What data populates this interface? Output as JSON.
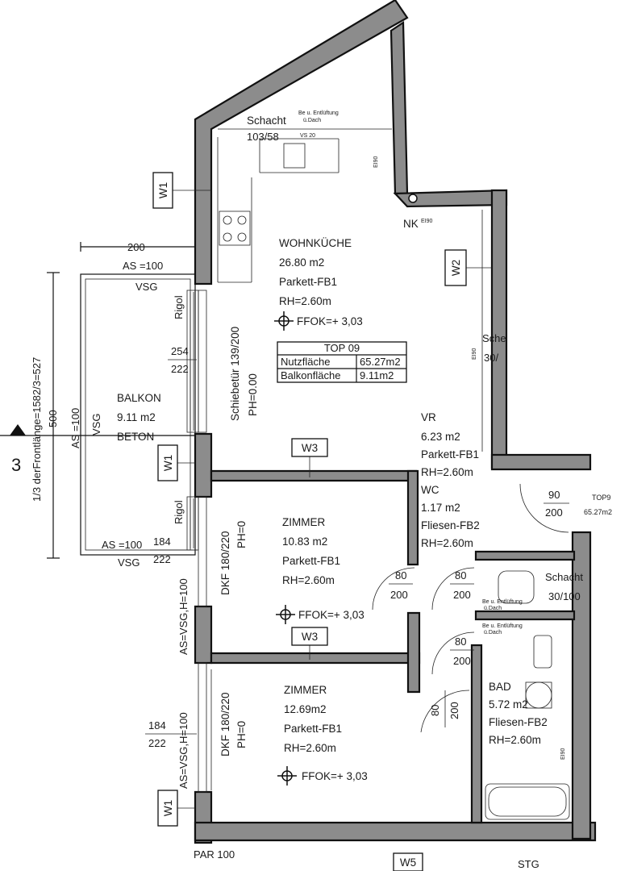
{
  "rooms": {
    "wohnkueche": {
      "name": "WOHNKÜCHE",
      "area": "26.80 m2",
      "floor": "Parkett-FB1",
      "height": "RH=2.60m",
      "ffok": "FFOK=+ 3,03"
    },
    "vr": {
      "name": "VR",
      "area": "6.23 m2",
      "floor": "Parkett-FB1",
      "height": "RH=2.60m"
    },
    "wc": {
      "name": "WC",
      "area": "1.17 m2",
      "floor": "Fliesen-FB2",
      "height": "RH=2.60m"
    },
    "zimmer1": {
      "name": "ZIMMER",
      "area": "10.83 m2",
      "floor": "Parkett-FB1",
      "height": "RH=2.60m",
      "ffok": "FFOK=+ 3,03"
    },
    "zimmer2": {
      "name": "ZIMMER",
      "area": "12.69m2",
      "floor": "Parkett-FB1",
      "height": "RH=2.60m",
      "ffok": "FFOK=+ 3,03"
    },
    "bad": {
      "name": "BAD",
      "area": "5.72 m2",
      "floor": "Fliesen-FB2",
      "height": "RH=2.60m"
    },
    "balkon": {
      "name": "BALKON",
      "area": "9.11 m2",
      "material": "BETON"
    }
  },
  "top_table": {
    "title": "TOP 09",
    "rows": [
      {
        "label": "Nutzfläche",
        "value": "65.27m2"
      },
      {
        "label": "Balkonfläche",
        "value": "9.11m2"
      }
    ]
  },
  "windows": {
    "w1": "W1",
    "w2": "W2",
    "w3": "W3",
    "w5": "W5"
  },
  "labels": {
    "schacht_top": "Schacht",
    "schacht_top_num": "103/58",
    "entl_1": "Be u. Entlüftung",
    "entl_2": "ü.Dach",
    "vs20": "VS 20",
    "ei90": "EI90",
    "nk": "NK",
    "ei90b": "EI90",
    "sche": "Sche",
    "sche_num": "30/",
    "schiebetuer": "Schiebetür 139/200",
    "ph0": "PH=0.00",
    "dkf": "DKF 180/220",
    "ph": "PH=0",
    "rigol": "Rigol",
    "as_vsg": "AS=VSG,H=100",
    "as_100": "AS =100",
    "vsg": "VSG",
    "frontlaenge": "1/3 derFrontlänge=1582/3=527",
    "axis": "3",
    "top9": "TOP9",
    "top9_area": "65.27m2",
    "schacht_right": "Schacht",
    "schacht_right_num": "30/100",
    "par": "PAR 100",
    "stg": "STG"
  },
  "dimensions": {
    "d200_top": "200",
    "d254": "254",
    "d222": "222",
    "d184": "184",
    "d500": "500",
    "d100": "100",
    "d80": "80",
    "d200": "200",
    "d90": "90"
  }
}
